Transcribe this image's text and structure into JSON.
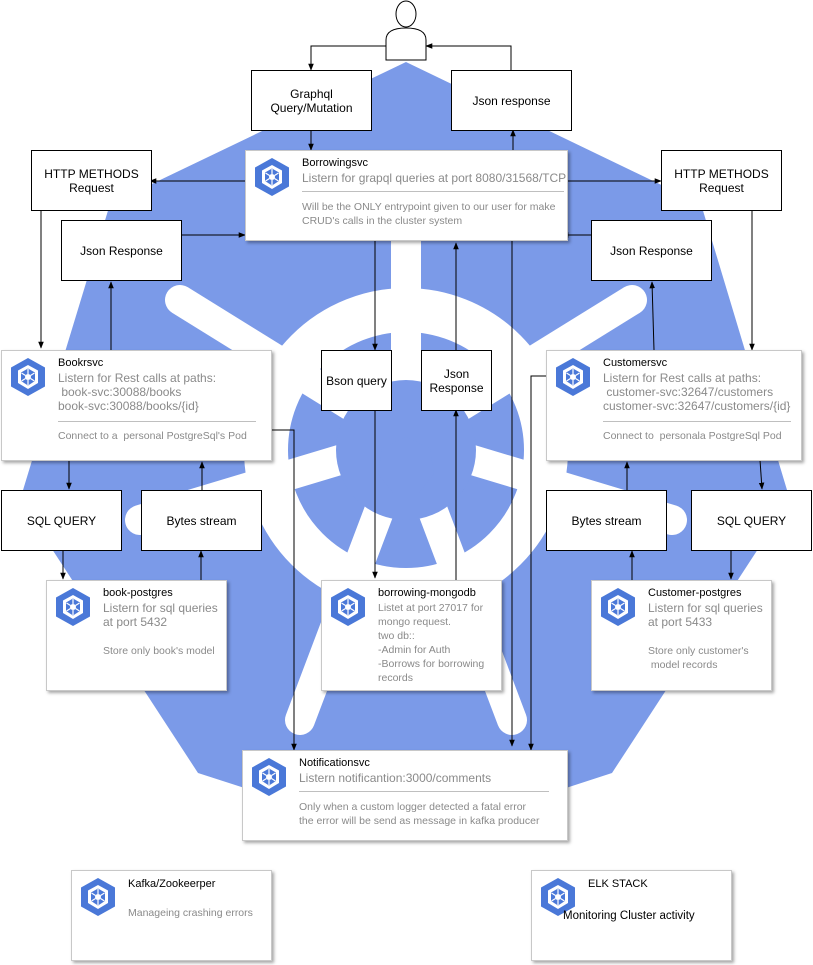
{
  "colors": {
    "k8s_blue": "#7b9ae8",
    "k8s_white": "#ffffff",
    "hex_blue": "#4a78d8",
    "line": "#000000"
  },
  "boxes": {
    "graphql": "Graphql\nQuery/Mutation",
    "json_response_top": "Json response",
    "http_left": "HTTP METHODS\nRequest",
    "http_right": "HTTP METHODS\nRequest",
    "json_response_left": "Json Response",
    "json_response_right": "Json Response",
    "bson_query": "Bson query",
    "json_response_mid": "Json\nResponse",
    "sql_left": "SQL QUERY",
    "bytes_left": "Bytes stream",
    "bytes_right": "Bytes stream",
    "sql_right": "SQL QUERY"
  },
  "cards": {
    "borrowing": {
      "title": "Borrowingsvc",
      "sub": "Listern for grapql queries at port 8080/31568/TCP",
      "desc": "Will be the ONLY entrypoint given to our user for make\nCRUD's calls in the cluster system",
      "icon": "kubernetes-service-icon"
    },
    "books": {
      "title": "Bookrsvc",
      "sub": "Listern for Rest calls at paths:\n book-svc:30088/books\nbook-svc:30088/books/{id}",
      "desc": "Connect to a  personal PostgreSql's Pod",
      "icon": "kubernetes-service-icon"
    },
    "customers": {
      "title": "Customersvc",
      "sub": "Listern for Rest calls at paths:\n customer-svc:32647/customers\ncustomer-svc:32647/customers/{id}",
      "desc": "Connect to  personala PostgreSql Pod",
      "icon": "kubernetes-service-icon"
    },
    "book_postgres": {
      "title": "book-postgres",
      "sub": "Listern for sql queries\nat port 5432",
      "desc": "Store only book's model",
      "icon": "kubernetes-service-icon"
    },
    "mongo": {
      "title": "borrowing-mongodb",
      "sub": "",
      "desc": "Listet at port 27017 for\nmongo request.\ntwo db::\n-Admin for Auth\n-Borrows for borrowing\nrecords",
      "icon": "kubernetes-service-icon"
    },
    "customer_postgres": {
      "title": "Customer-postgres",
      "sub": "Listern for sql queries\nat port 5433",
      "desc": "Store only customer's\n model records",
      "icon": "kubernetes-service-icon"
    },
    "notifications": {
      "title": "Notificationsvc",
      "sub": "Listern notificantion:3000/comments",
      "desc": "Only when a custom logger detected a fatal error\nthe error will be send as message in kafka producer",
      "icon": "kubernetes-service-icon"
    },
    "kafka": {
      "title": "Kafka/Zookeerper",
      "sub": "",
      "desc": "Manageing crashing errors",
      "icon": "kubernetes-service-icon"
    },
    "elk": {
      "title": "ELK STACK",
      "sub": "",
      "desc": "Monitoring Cluster activity",
      "icon": "kubernetes-service-icon"
    }
  }
}
